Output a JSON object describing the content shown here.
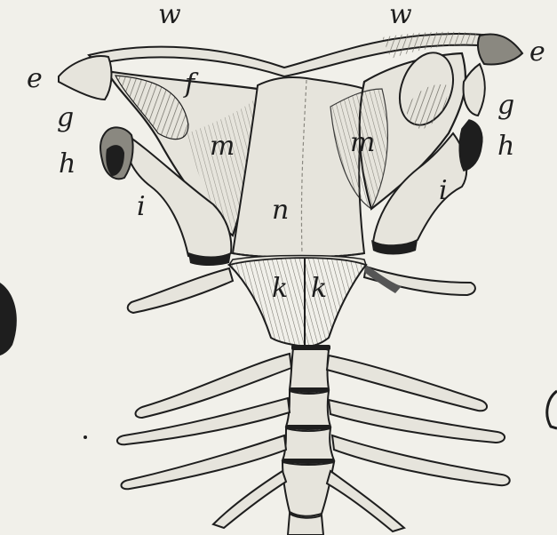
{
  "figure": {
    "labels": {
      "w_left": "w",
      "w_right": "w",
      "e_left": "e",
      "e_right": "e",
      "f": "f",
      "g_left": "g",
      "g_right": "g",
      "h_left": "h",
      "h_right": "h",
      "i_left": "i",
      "i_right": "i",
      "m_left": "m",
      "m_right": "m",
      "n": "n",
      "k_left": "k",
      "k_right": "k"
    },
    "colors": {
      "ink": "#1e1e1e",
      "bone": "#e6e4dc",
      "shade": "#8a8880",
      "paper": "#f1f0ea"
    }
  }
}
